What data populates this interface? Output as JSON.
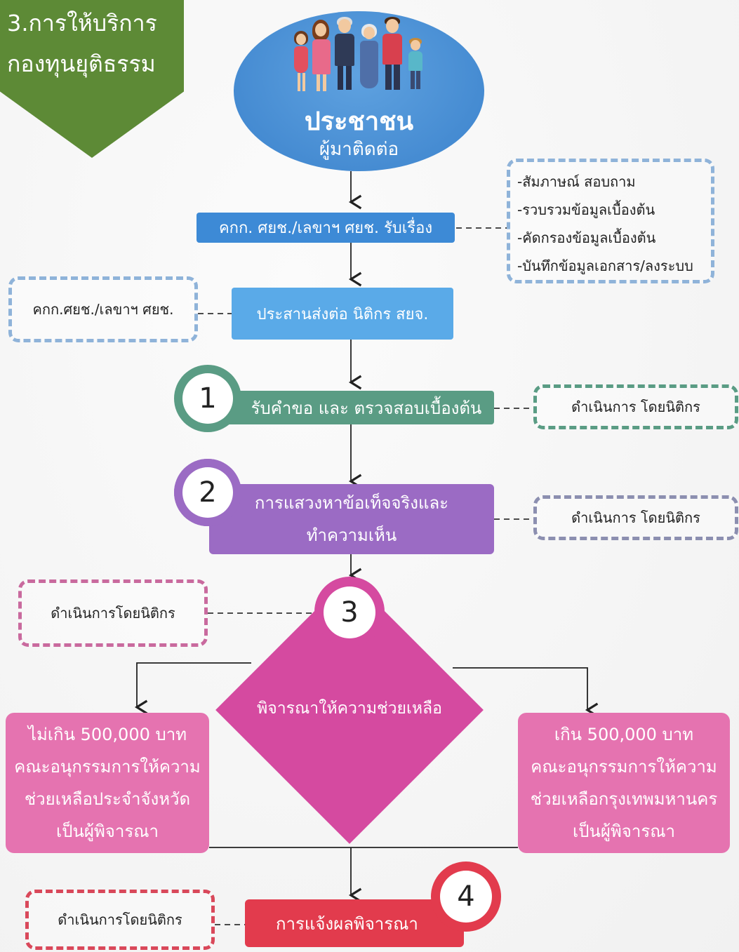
{
  "header": {
    "line1": "3.การให้บริการ",
    "line2": "กองทุนยุติธรรม",
    "color": "#5d8a36"
  },
  "start": {
    "title": "ประชาชน",
    "subtitle": "ผู้มาติดต่อ",
    "icon": "family-icon"
  },
  "intake": {
    "label": "คกก. ศยช./เลขาฯ ศยช. รับเรื่อง",
    "notes": [
      "-สัมภาษณ์ สอบถาม",
      "-รวบรวมข้อมูลเบื้องต้น",
      "-คัดกรองข้อมูลเบื้องต้น",
      "-บันทึกข้อมูลเอกสาร/ลงระบบ"
    ]
  },
  "coordinate": {
    "label": "ประสานส่งต่อ นิติกร สยจ.",
    "note": "คกก.ศยช./เลขาฯ ศยช."
  },
  "steps": [
    {
      "number": "1",
      "label": "รับคำขอ และ ตรวจสอบเบื้องต้น",
      "note": "ดำเนินการ โดยนิติกร",
      "color": "#5a9c84"
    },
    {
      "number": "2",
      "line1": "การแสวงหาข้อเท็จจริงและ",
      "line2": "ทำความเห็น",
      "note": "ดำเนินการ โดยนิติกร",
      "color": "#9b6bc4"
    },
    {
      "number": "3",
      "label": "พิจารณาให้ความช่วยเหลือ",
      "note": "ดำเนินการโดยนิติกร",
      "color": "#d54aa0"
    },
    {
      "number": "4",
      "label": "การแจ้งผลพิจารณา",
      "note": "ดำเนินการโดยนิติกร",
      "color": "#e23b4d"
    }
  ],
  "branch_left": {
    "line1": "ไม่เกิน 500,000 บาท",
    "line2": "คณะอนุกรรมการให้ความ",
    "line3": "ช่วยเหลือประจำจังหวัด",
    "line4": "เป็นผู้พิจารณา"
  },
  "branch_right": {
    "line1": "เกิน 500,000 บาท",
    "line2": "คณะอนุกรรมการให้ความ",
    "line3": "ช่วยเหลือกรุงเทพมหานคร",
    "line4": "เป็นผู้พิจารณา"
  }
}
